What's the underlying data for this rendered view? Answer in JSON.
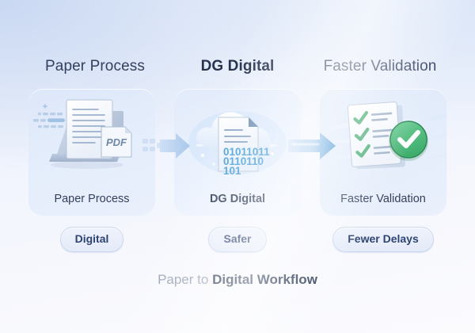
{
  "background": {
    "top_color": "#c9d8f2",
    "bottom_color": "#fbfbfe"
  },
  "accent": {
    "navy": "#2f3d5e",
    "blue": "#4a90d9",
    "green": "#4caf77",
    "pill_text": "#2f4372"
  },
  "steps": [
    {
      "heading": "Paper Process",
      "heading_style": "light",
      "card_label": "Paper Process",
      "card_label_style": "light",
      "pill": "Digital",
      "art": "paper-stack-pdf",
      "art_text": "PDF"
    },
    {
      "heading": "DG Digital",
      "heading_style": "bold",
      "card_label": "DG Digital",
      "card_label_style": "bold",
      "pill": "Safer",
      "art": "cloud-digital-document",
      "binary_lines": [
        "01011011",
        "0110110",
        "101"
      ]
    },
    {
      "heading": "Faster Validation",
      "heading_style": "light",
      "card_label": "Faster Validation",
      "card_label_style": "light",
      "pill": "Fewer Delays",
      "art": "checklist-approved",
      "check_count": 3
    }
  ],
  "connectors": [
    {
      "name": "arrow-step1-to-step2",
      "style": "dashed-trail"
    },
    {
      "name": "arrow-step2-to-step3",
      "style": "solid-gradient"
    }
  ],
  "caption": {
    "soft": "Paper to ",
    "strong": "Digital Workflow"
  }
}
